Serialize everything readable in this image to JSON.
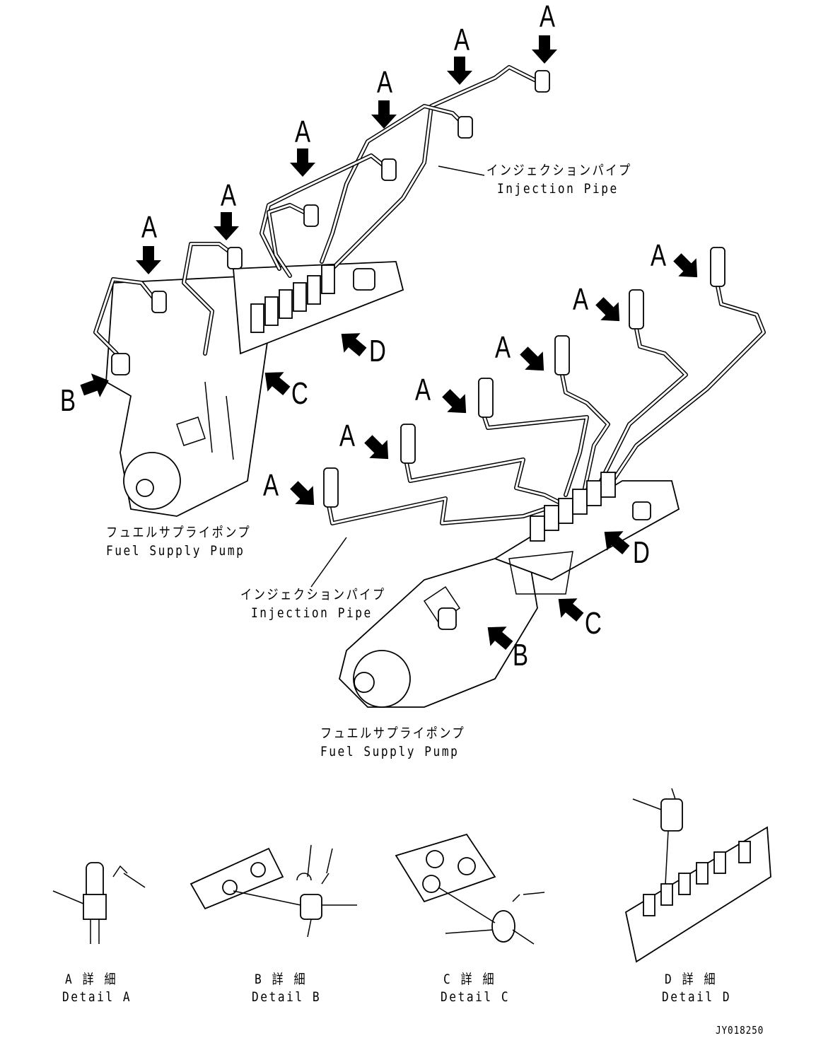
{
  "callouts": {
    "A": "A",
    "B": "B",
    "C": "C",
    "D": "D"
  },
  "upper_view": {
    "injection_pipe_jp": "インジェクションパイプ",
    "injection_pipe_en": "Injection Pipe",
    "pump_jp": "フュエルサプライポンプ",
    "pump_en": "Fuel Supply Pump"
  },
  "lower_view": {
    "injection_pipe_jp": "インジェクションパイプ",
    "injection_pipe_en": "Injection Pipe",
    "pump_jp": "フュエルサプライポンプ",
    "pump_en": "Fuel Supply Pump"
  },
  "details": [
    {
      "jp": "A 詳 細",
      "en": "Detail A"
    },
    {
      "jp": "B 詳 細",
      "en": "Detail B"
    },
    {
      "jp": "C 詳 細",
      "en": "Detail C"
    },
    {
      "jp": "D 詳 細",
      "en": "Detail D"
    }
  ],
  "drawing_number": "JY018250"
}
